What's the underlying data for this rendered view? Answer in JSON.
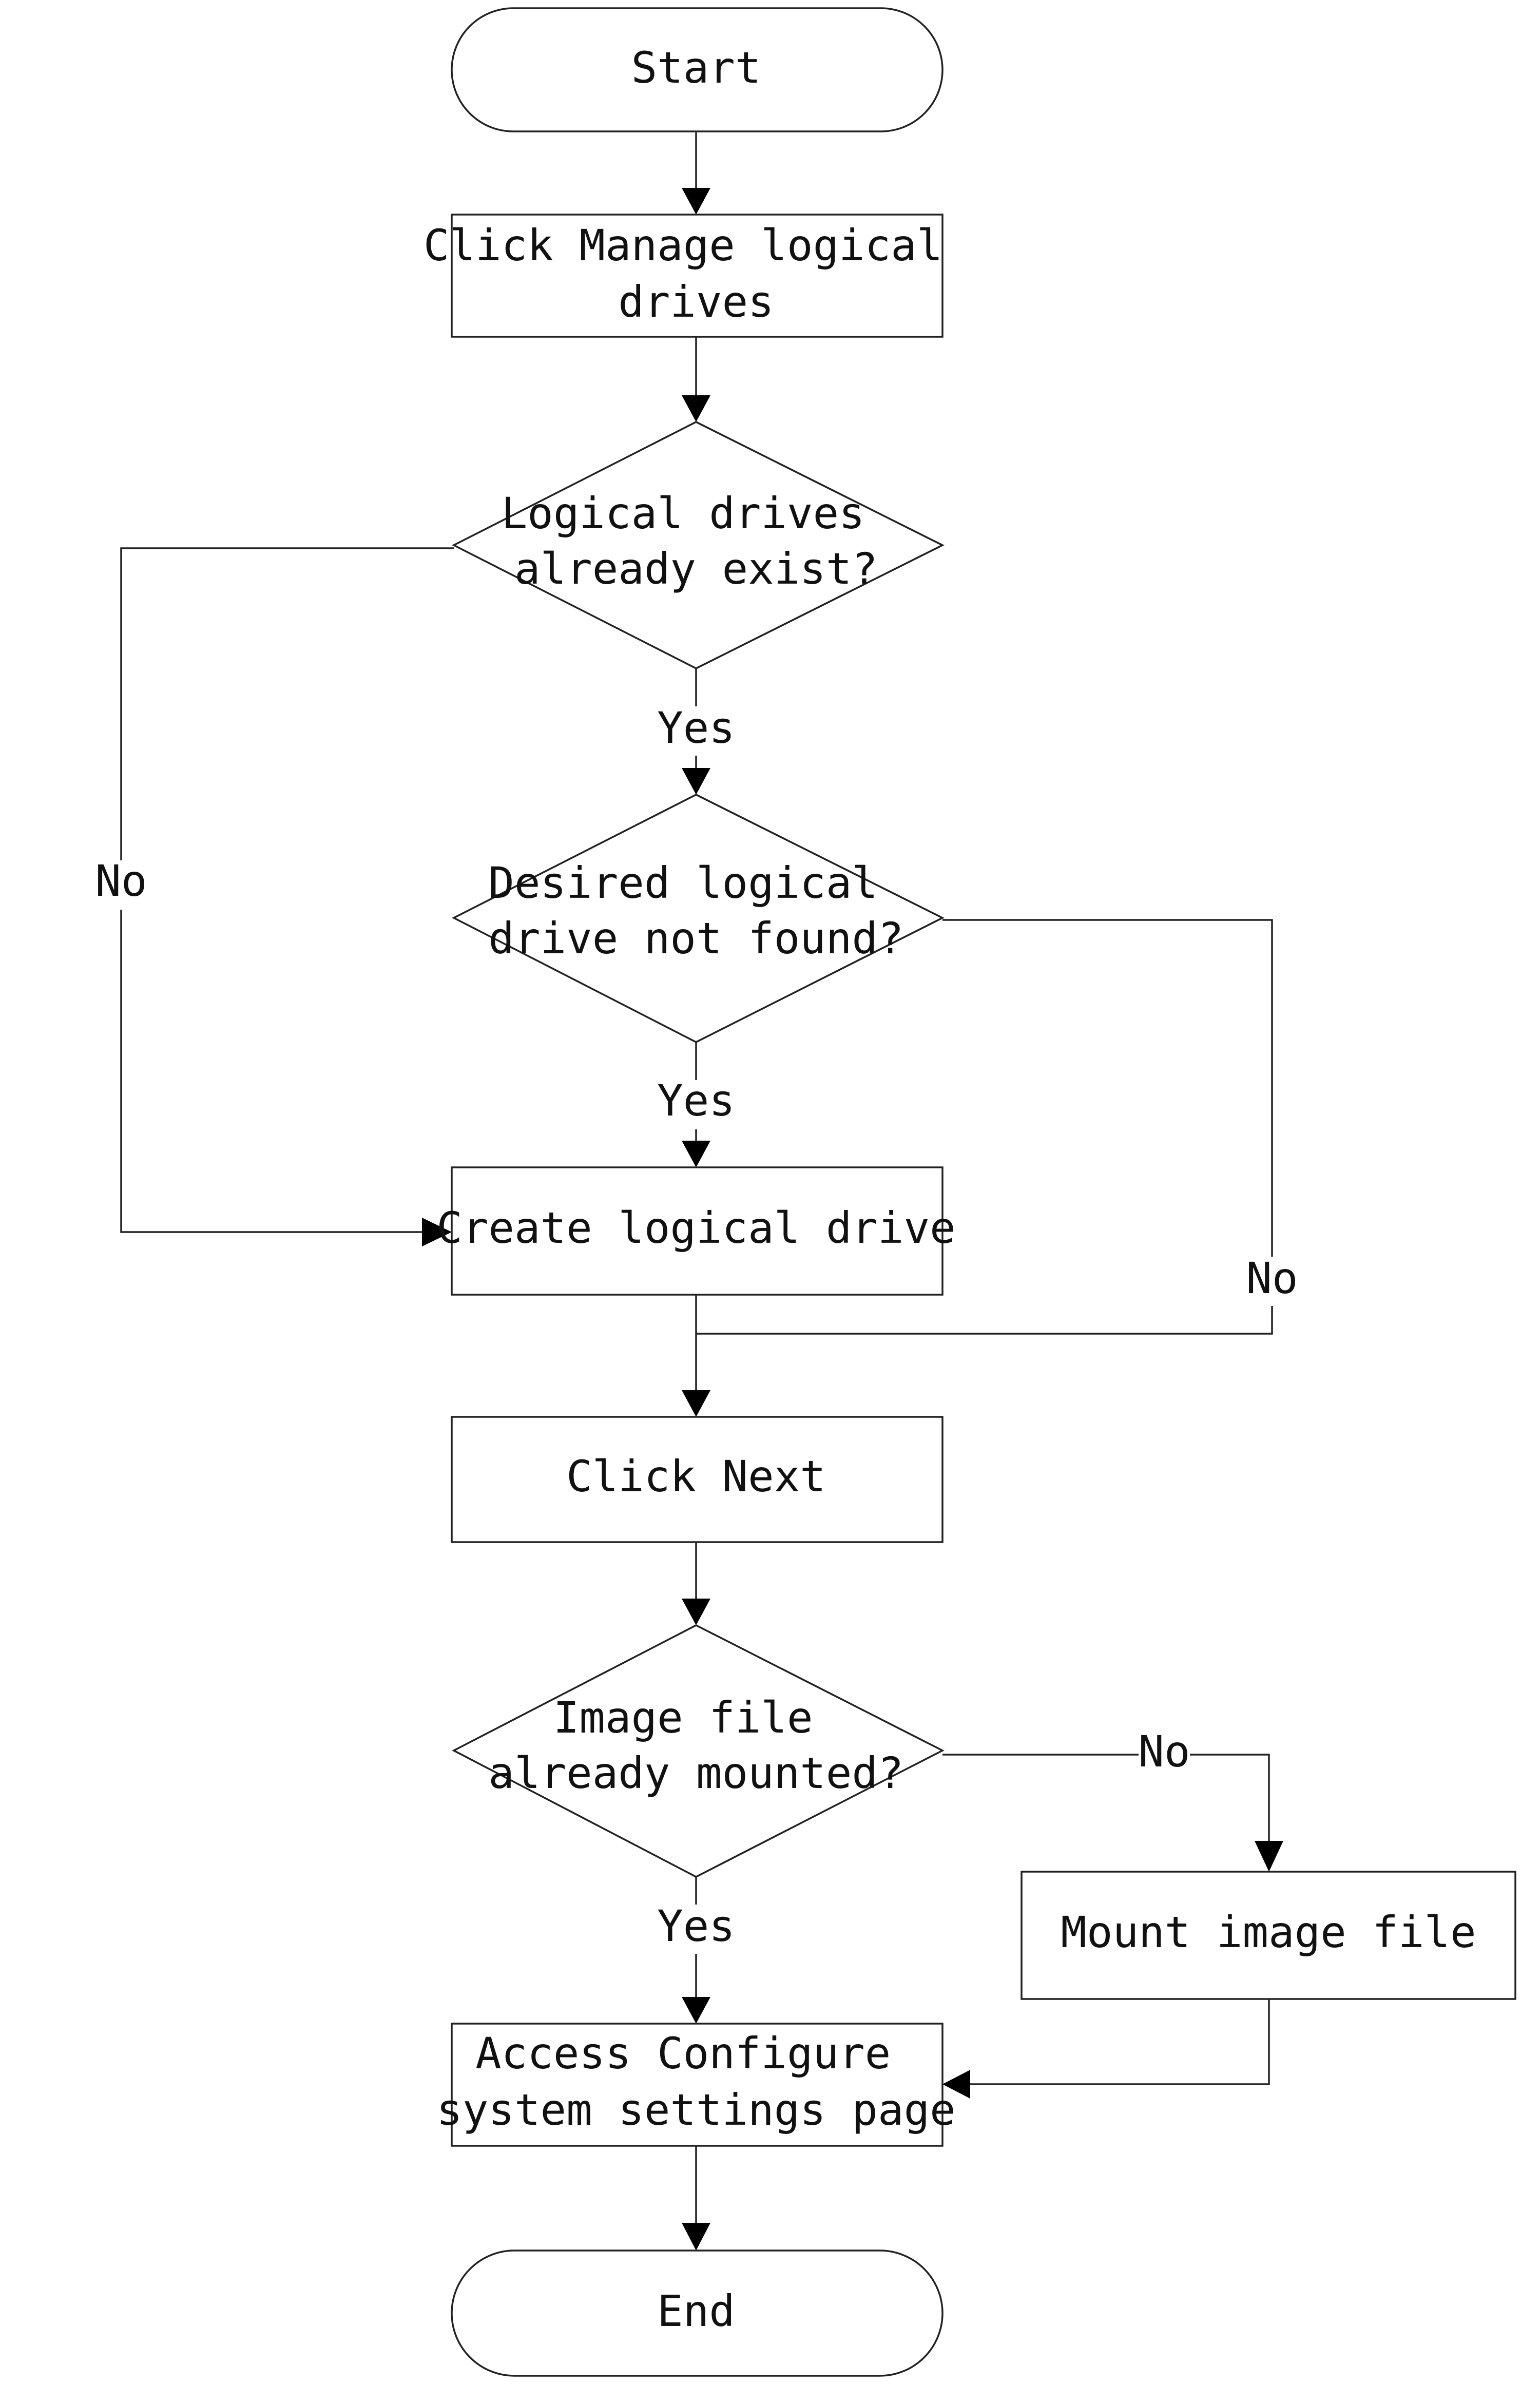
{
  "nodes": {
    "start": "Start",
    "manage": [
      "Click Manage logical",
      "drives"
    ],
    "exist": [
      "Logical drives",
      "already exist?"
    ],
    "notfound": [
      "Desired logical",
      "drive not found?"
    ],
    "create": "Create logical drive",
    "next": "Click Next",
    "mounted": [
      "Image file",
      "already mounted?"
    ],
    "mount": "Mount image file",
    "access": [
      "Access Configure",
      "system settings page"
    ],
    "end": "End"
  },
  "edge_labels": {
    "exist_yes": "Yes",
    "exist_no": "No",
    "notfound_yes": "Yes",
    "notfound_no": "No",
    "mounted_yes": "Yes",
    "mounted_no": "No"
  }
}
